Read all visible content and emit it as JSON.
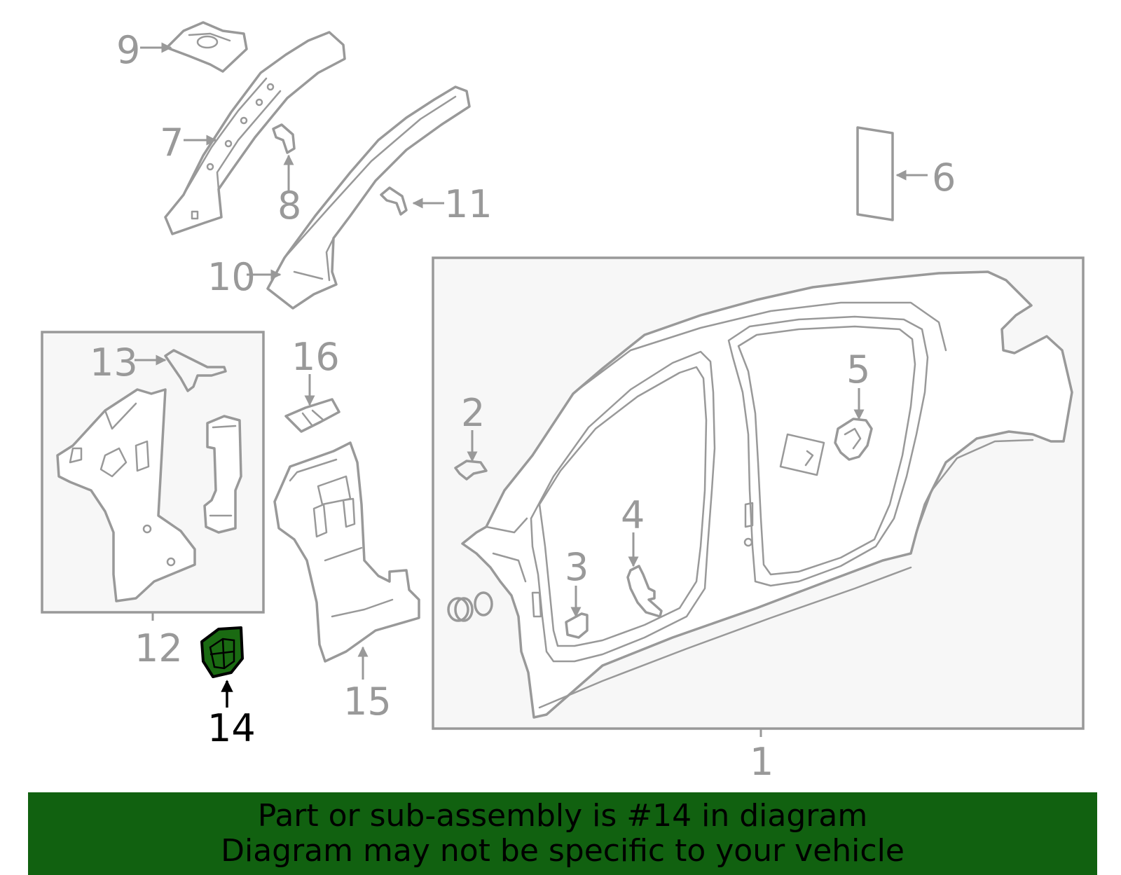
{
  "callouts": {
    "c1": "1",
    "c2": "2",
    "c3": "3",
    "c4": "4",
    "c5": "5",
    "c6": "6",
    "c7": "7",
    "c8": "8",
    "c9": "9",
    "c10": "10",
    "c11": "11",
    "c12": "12",
    "c13": "13",
    "c14": "14",
    "c15": "15",
    "c16": "16"
  },
  "highlighted_part": "14",
  "colors": {
    "line": "#999999",
    "highlight_fill": "#1a6a12",
    "banner": "#116110",
    "text": "#000000"
  },
  "footer": {
    "line1": "Part or sub-assembly is #14 in diagram",
    "line2": "Diagram may not be specific to your vehicle"
  }
}
